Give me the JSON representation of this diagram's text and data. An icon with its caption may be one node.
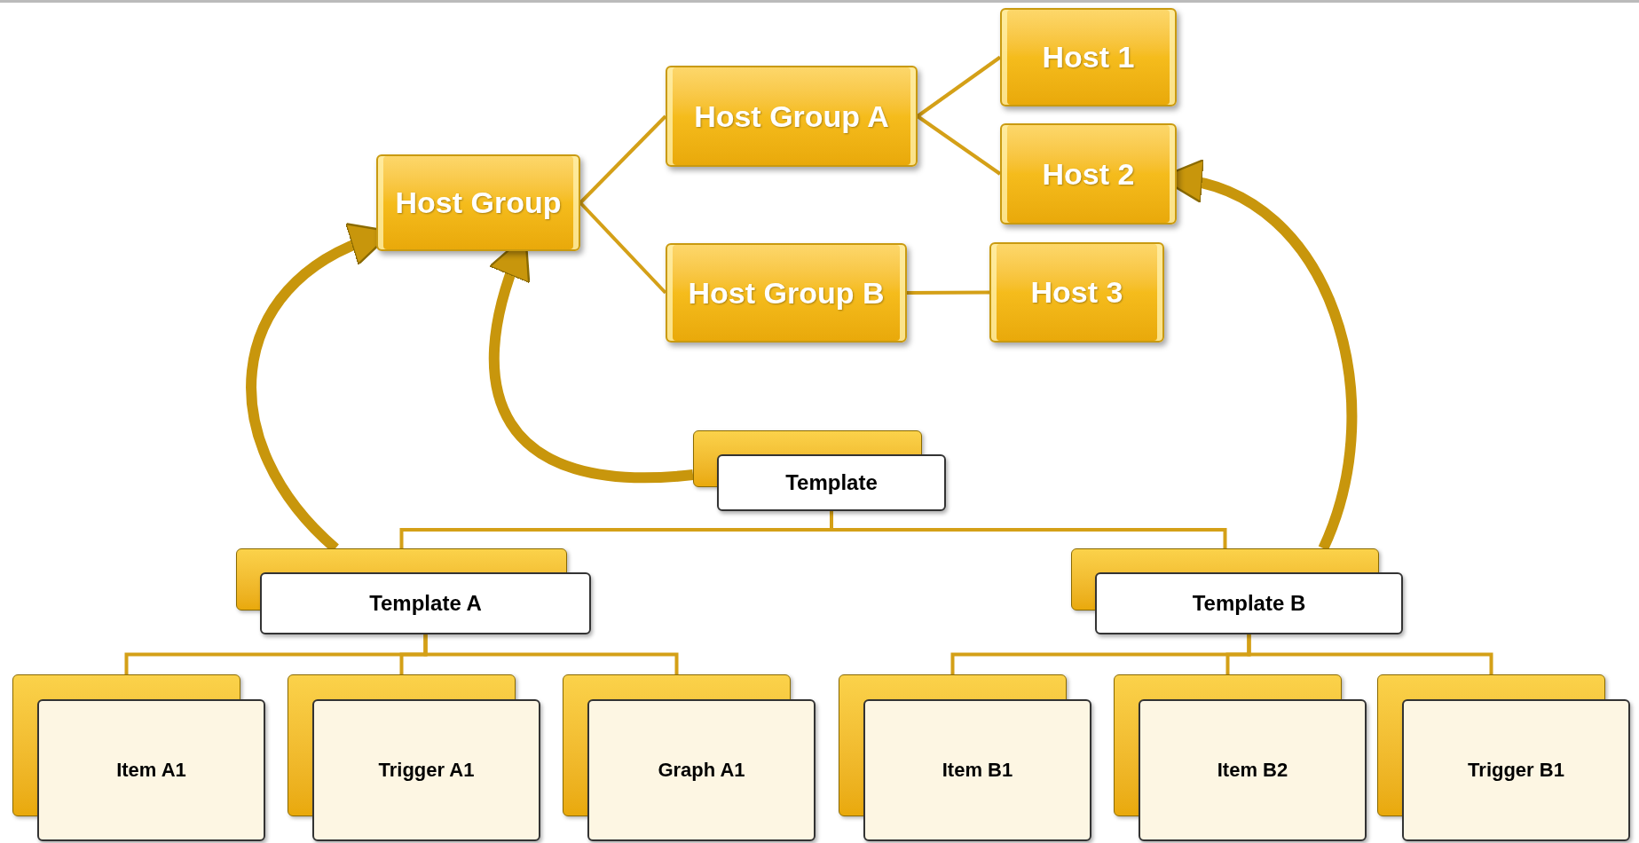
{
  "diagram": {
    "nodes": [
      {
        "text": [
          "Host Group"
        ]
      },
      {
        "text": [
          "Host Group A"
        ]
      },
      {
        "text": [
          "Host Group B"
        ]
      },
      {
        "text": [
          "Host 1"
        ]
      },
      {
        "text": [
          "Host 2"
        ]
      },
      {
        "text": [
          "Host 3"
        ]
      },
      {
        "text": [
          "Template"
        ]
      },
      {
        "text": [
          "Template A"
        ]
      },
      {
        "text": [
          "Template B"
        ]
      },
      {
        "text": [
          "Item A1"
        ]
      },
      {
        "text": [
          "Trigger A1"
        ]
      },
      {
        "text": [
          "Graph A1"
        ]
      },
      {
        "text": [
          "Item B1"
        ]
      },
      {
        "text": [
          "Item B2"
        ]
      },
      {
        "text": [
          "Trigger B1"
        ]
      }
    ],
    "edges": [
      {
        "from": 0,
        "to": 1,
        "arrow": "none"
      },
      {
        "from": 0,
        "to": 2,
        "arrow": "none"
      },
      {
        "from": 1,
        "to": 3,
        "arrow": "none"
      },
      {
        "from": 1,
        "to": 4,
        "arrow": "none"
      },
      {
        "from": 2,
        "to": 5,
        "arrow": "none"
      },
      {
        "from": 6,
        "to": 7,
        "arrow": "none"
      },
      {
        "from": 6,
        "to": 8,
        "arrow": "none"
      },
      {
        "from": 7,
        "to": 9,
        "arrow": "none"
      },
      {
        "from": 7,
        "to": 10,
        "arrow": "none"
      },
      {
        "from": 7,
        "to": 11,
        "arrow": "none"
      },
      {
        "from": 8,
        "to": 12,
        "arrow": "none"
      },
      {
        "from": 8,
        "to": 13,
        "arrow": "none"
      },
      {
        "from": 8,
        "to": 14,
        "arrow": "none"
      },
      {
        "from": 7,
        "to": 0,
        "arrow": "to",
        "style": "thick",
        "color": "#c8960c"
      },
      {
        "from": 6,
        "to": 0,
        "arrow": "to",
        "style": "thick",
        "color": "#c8960c"
      },
      {
        "from": 8,
        "to": 4,
        "arrow": "to",
        "style": "thick",
        "color": "#c8960c"
      }
    ]
  }
}
